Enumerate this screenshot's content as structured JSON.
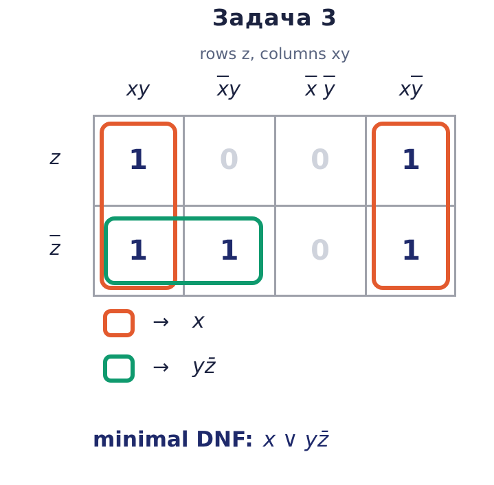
{
  "title": "Задача 3",
  "subtitle": "rows z,  columns xy",
  "columns": [
    {
      "base": "xy",
      "over": ""
    },
    {
      "pre": "",
      "over": "x",
      "post": "y"
    },
    {
      "over1": "x",
      "over2": "y"
    },
    {
      "pre": "x",
      "over": "y",
      "post": ""
    }
  ],
  "col_labels": [
    "xy",
    "x̄y",
    "x̄ȳ",
    "xȳ"
  ],
  "rows": [
    {
      "label": "z",
      "negated": false
    },
    {
      "label": "z",
      "negated": true
    }
  ],
  "cells": [
    [
      "1",
      "0",
      "0",
      "1"
    ],
    [
      "1",
      "1",
      "0",
      "1"
    ]
  ],
  "groups": [
    {
      "color": "#e35a2e",
      "expression": "x",
      "arrow": "→"
    },
    {
      "color": "#0f9a6e",
      "expression": "yz̄",
      "arrow": "→"
    }
  ],
  "dnf": {
    "label": "minimal DNF:",
    "expression": "x ∨ yz̄"
  },
  "colors": {
    "one": "#1f2a6b",
    "zero": "#cfd3dc",
    "grid": "#9ea1aa",
    "orange": "#e35a2e",
    "green": "#0f9a6e"
  }
}
